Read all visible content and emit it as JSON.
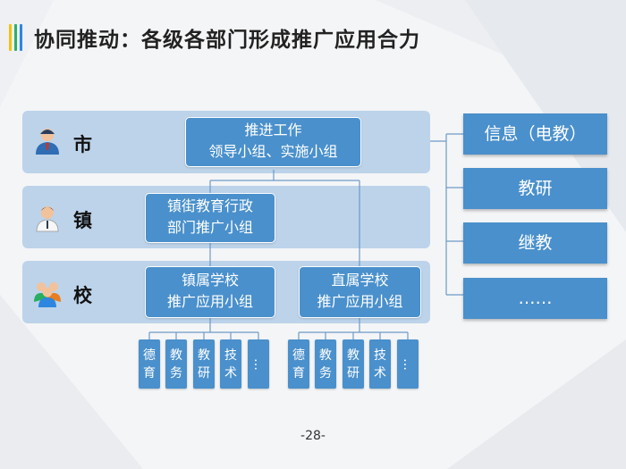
{
  "colors": {
    "node_fill": "#4a90cc",
    "band_fill": "#bcd3ea",
    "line": "#6d9ac7",
    "accent_1": "#f4c20d",
    "accent_2": "#28b463",
    "accent_3": "#2e86de"
  },
  "title": "协同推动：各级各部门形成推广应用合力",
  "levels": [
    {
      "label": "市",
      "icon": "official-person-icon"
    },
    {
      "label": "镇",
      "icon": "person-icon"
    },
    {
      "label": "校",
      "icon": "group-people-icon"
    }
  ],
  "city_node": {
    "line1": "推进工作",
    "line2": "领导小组、实施小组"
  },
  "town_node": {
    "line1": "镇街教育行政",
    "line2": "部门推广小组"
  },
  "school_nodes": [
    {
      "line1": "镇属学校",
      "line2": "推广应用小组"
    },
    {
      "line1": "直属学校",
      "line2": "推广应用小组"
    }
  ],
  "side_nodes": [
    "信息（电教）",
    "教研",
    "继教",
    "……"
  ],
  "leaf_groups": [
    [
      {
        "c1": "德",
        "c2": "育"
      },
      {
        "c1": "教",
        "c2": "务"
      },
      {
        "c1": "教",
        "c2": "研"
      },
      {
        "c1": "技",
        "c2": "术"
      },
      {
        "c1": "…",
        "c2": ""
      }
    ],
    [
      {
        "c1": "德",
        "c2": "育"
      },
      {
        "c1": "教",
        "c2": "务"
      },
      {
        "c1": "教",
        "c2": "研"
      },
      {
        "c1": "技",
        "c2": "术"
      },
      {
        "c1": "…",
        "c2": ""
      }
    ]
  ],
  "page_number": "-28-"
}
